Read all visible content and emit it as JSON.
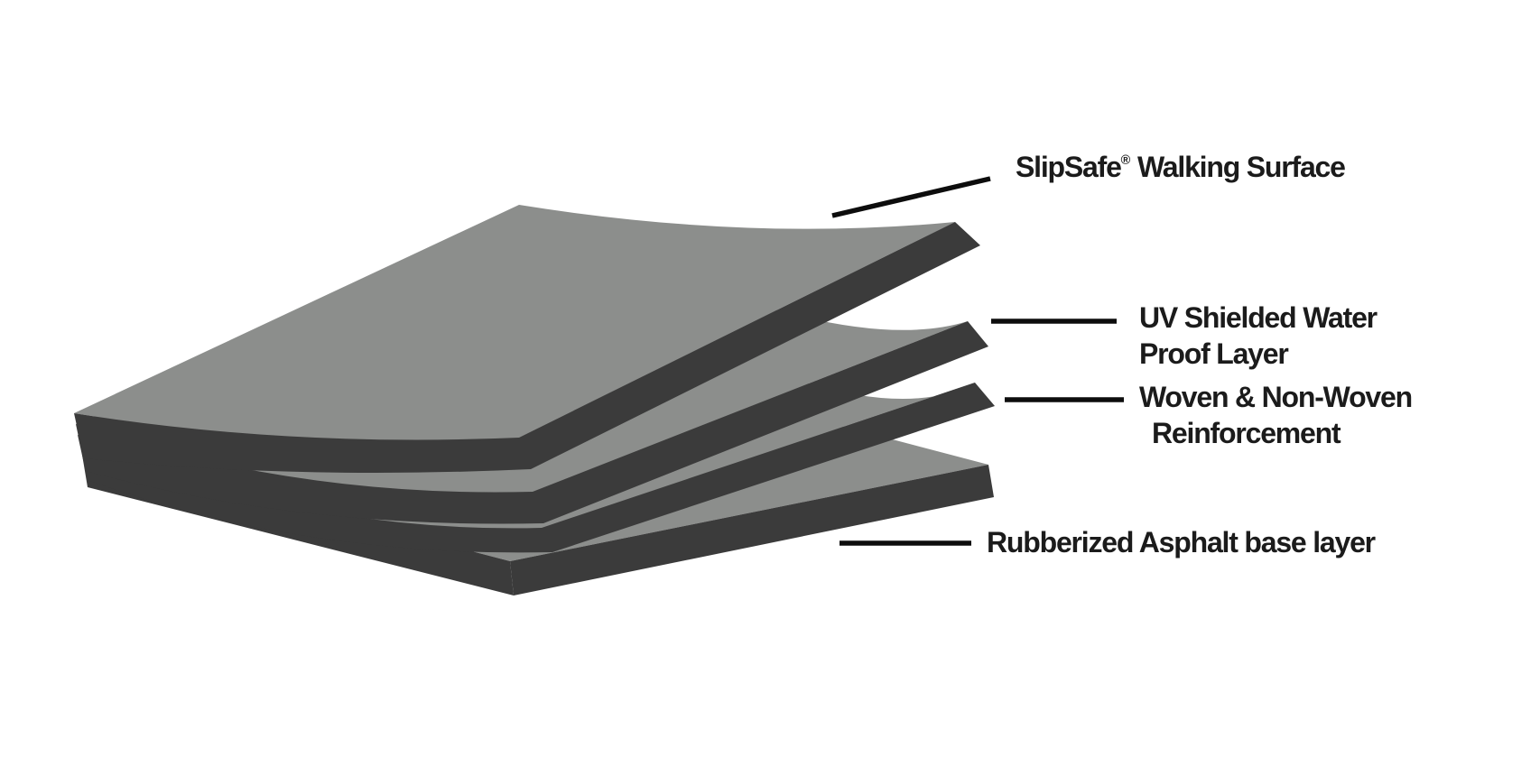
{
  "diagram": {
    "description": "Exploded cutaway diagram of a four-layer walking-surface membrane, top three layers peeling upward to the right",
    "layer_count": 4
  },
  "labels": [
    {
      "name": "top-walking-surface",
      "brand": "SlipSafe",
      "reg": "®",
      "rest": " Walking Surface"
    },
    {
      "name": "waterproof-layer",
      "line1": "UV Shielded Water",
      "line2": "Proof Layer"
    },
    {
      "name": "reinforcement-layer",
      "line1": "Woven & Non-Woven",
      "line2": "Reinforcement"
    },
    {
      "name": "base-layer",
      "text": "Rubberized Asphalt base layer"
    }
  ],
  "colors": {
    "background": "#ffffff",
    "surface_gray": "#8c8e8c",
    "edge_dark": "#3b3b3b",
    "leader_line": "#0d0d0d",
    "label_text": "#1b1b1b"
  }
}
